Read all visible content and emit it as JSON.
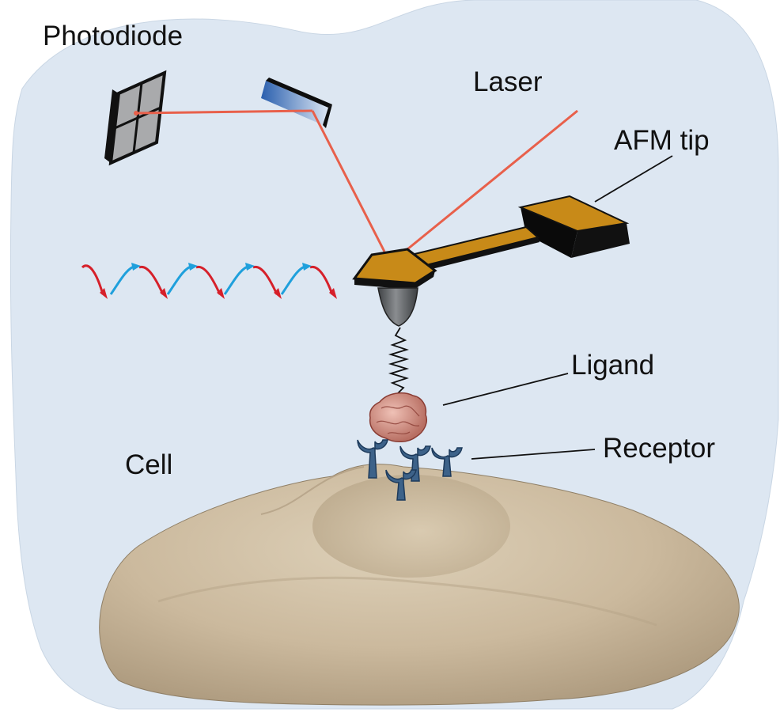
{
  "labels": {
    "photodiode": "Photodiode",
    "laser": "Laser",
    "afm_tip": "AFM tip",
    "ligand": "Ligand",
    "receptor": "Receptor",
    "cell": "Cell"
  },
  "colors": {
    "background_blob": "#dde7f2",
    "laser_beam": "#e8604b",
    "cantilever": "#c88a18",
    "tip": "#6a6d70",
    "cell": "#c9b69a",
    "receptor": "#3d6289",
    "ligand": "#d89a8e",
    "wave_red": "#d6202a",
    "wave_blue": "#1fa0dc"
  }
}
